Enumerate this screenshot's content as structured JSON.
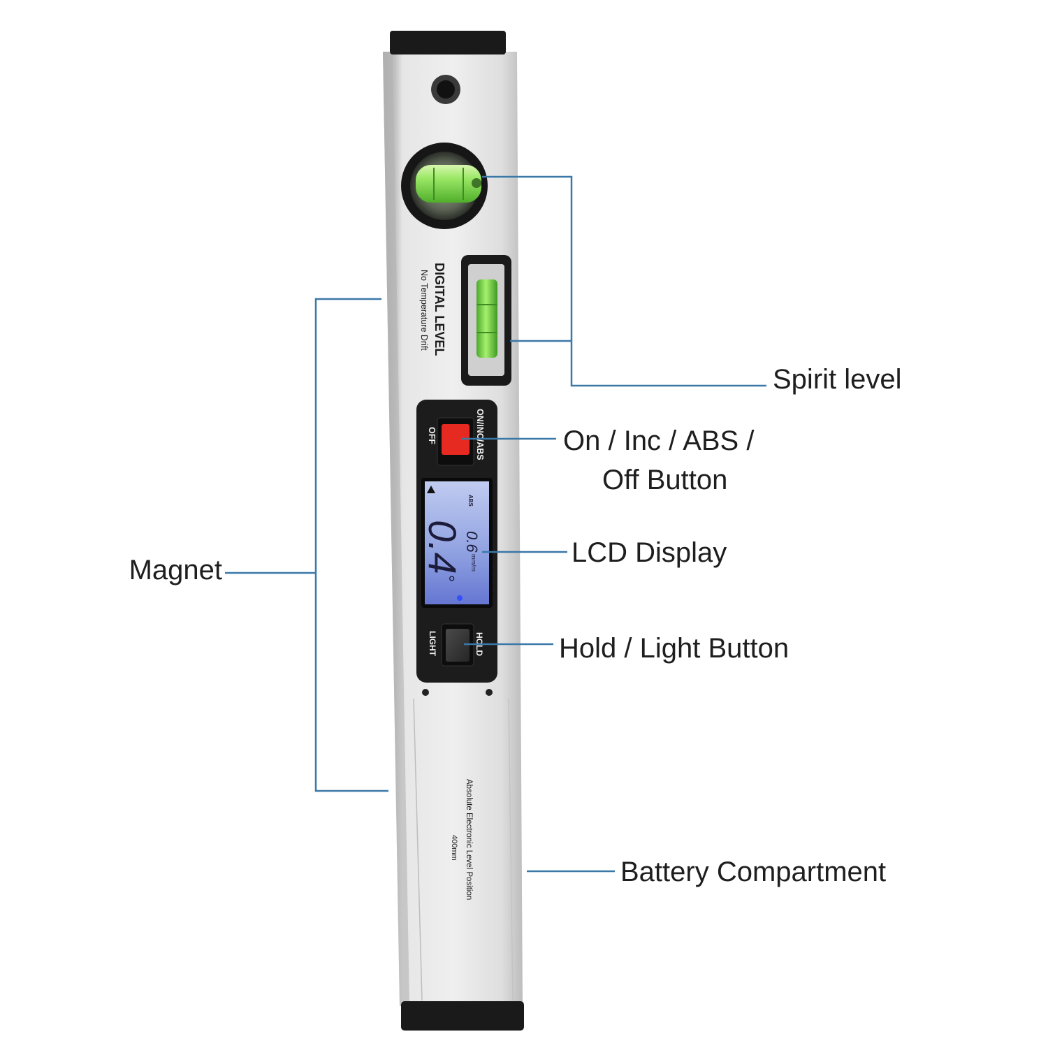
{
  "callouts": {
    "spirit_level": "Spirit level",
    "power_button_line1": "On / Inc / ABS /",
    "power_button_line2": "Off Button",
    "lcd_display": "LCD Display",
    "hold_light_button": "Hold / Light Button",
    "magnet": "Magnet",
    "battery_compartment": "Battery Compartment"
  },
  "device": {
    "title": "DIGITAL LEVEL",
    "subtitle": "No Temperature Drift",
    "power_label": "ON/INC/ABS",
    "off_label": "OFF",
    "hold_label": "HOLD",
    "light_label": "LIGHT",
    "footer_line1": "Absolute Electronic Level Position",
    "footer_line2": "400mm"
  },
  "lcd": {
    "mode": "ABS",
    "slope_value": "0.6",
    "slope_unit": "mm/m",
    "angle_value": "0.4",
    "angle_unit": "°"
  },
  "colors": {
    "callout_line": "#3a78a8",
    "button_red": "#e62a22",
    "vial_green": "#8ee85a",
    "lcd_blue": "#8ea0e0"
  }
}
